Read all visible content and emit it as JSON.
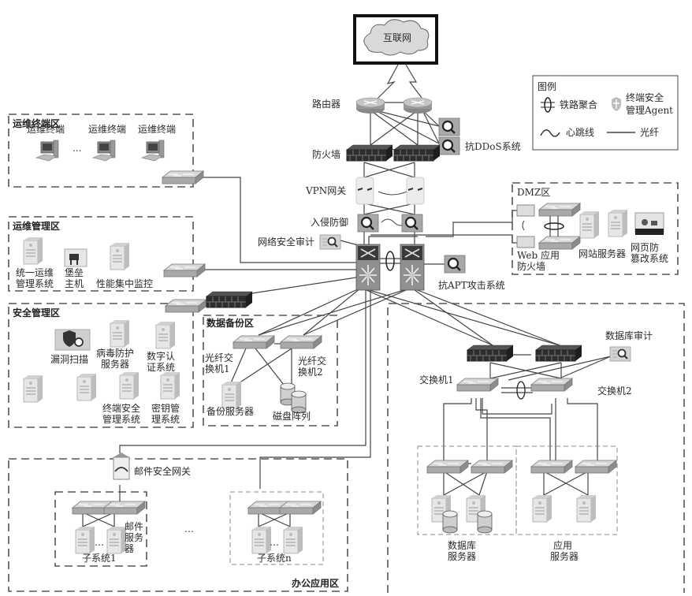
{
  "internet": {
    "label": "互联网"
  },
  "core": {
    "router_label": "路由器",
    "firewall_label": "防火墙",
    "vpn_label": "VPN网关",
    "ips_label": "入侵防御",
    "net_audit_label": "网络安全审计",
    "anti_ddos_label": "抗DDoS系统",
    "anti_apt_label": "抗APT攻击系统"
  },
  "legend": {
    "title": "图例",
    "items": [
      {
        "icon": "link-aggregation-icon",
        "label": "铁路聚合"
      },
      {
        "icon": "endpoint-agent-icon",
        "label_line1": "终端安全",
        "label_line2": "管理Agent"
      },
      {
        "icon": "heartbeat-line-icon",
        "label": "心跳线"
      },
      {
        "icon": "fiber-line-icon",
        "label": "光纤"
      }
    ]
  },
  "zones": {
    "ops_terminal": {
      "title": "运维终端区",
      "terminals": [
        "运维终端",
        "运维终端",
        "运维终端"
      ],
      "ellipsis": "..."
    },
    "ops_mgmt": {
      "title": "运维管理区",
      "items": [
        {
          "line1": "统一运维",
          "line2": "管理系统"
        },
        {
          "line1": "堡垒",
          "line2": "主机"
        },
        {
          "line1": "性能集中监控",
          "line2": ""
        }
      ]
    },
    "security_mgmt": {
      "title": "安全管理区",
      "items": [
        {
          "line1": "漏洞扫描",
          "line2": ""
        },
        {
          "line1": "病毒防护",
          "line2": "服务器"
        },
        {
          "line1": "数字认",
          "line2": "证系统"
        },
        {
          "line1": "终端安全",
          "line2": "管理系统"
        },
        {
          "line1": "密钥管",
          "line2": "理系统"
        }
      ]
    },
    "backup": {
      "title": "数据备份区",
      "switch1": {
        "line1": "光纤交",
        "line2": "换机1"
      },
      "switch2": {
        "line1": "光纤交",
        "line2": "换机2"
      },
      "backup_server": "备份服务器",
      "disk_array": "磁盘阵列"
    },
    "dmz": {
      "title": "DMZ区",
      "waf": {
        "line1": "Web 应用",
        "line2": "防火墙"
      },
      "web_server": "网站服务器",
      "anti_tamper": {
        "line1": "网页防",
        "line2": "篡改系统"
      }
    },
    "business": {
      "db_audit": "数据库审计",
      "switch1": "交换机1",
      "switch2": "交换机2",
      "db_servers": {
        "line1": "数据库",
        "line2": "服务器"
      },
      "app_servers": {
        "line1": "应用",
        "line2": "服务器"
      }
    },
    "office": {
      "title": "办公应用区",
      "mail_gateway": "邮件安全网关",
      "subsystem1": "子系统1",
      "subsystem_n": "子系统n",
      "mail_server": {
        "line1": "邮件",
        "line2": "服务",
        "line3": "器"
      },
      "ellipsis": "…"
    }
  }
}
